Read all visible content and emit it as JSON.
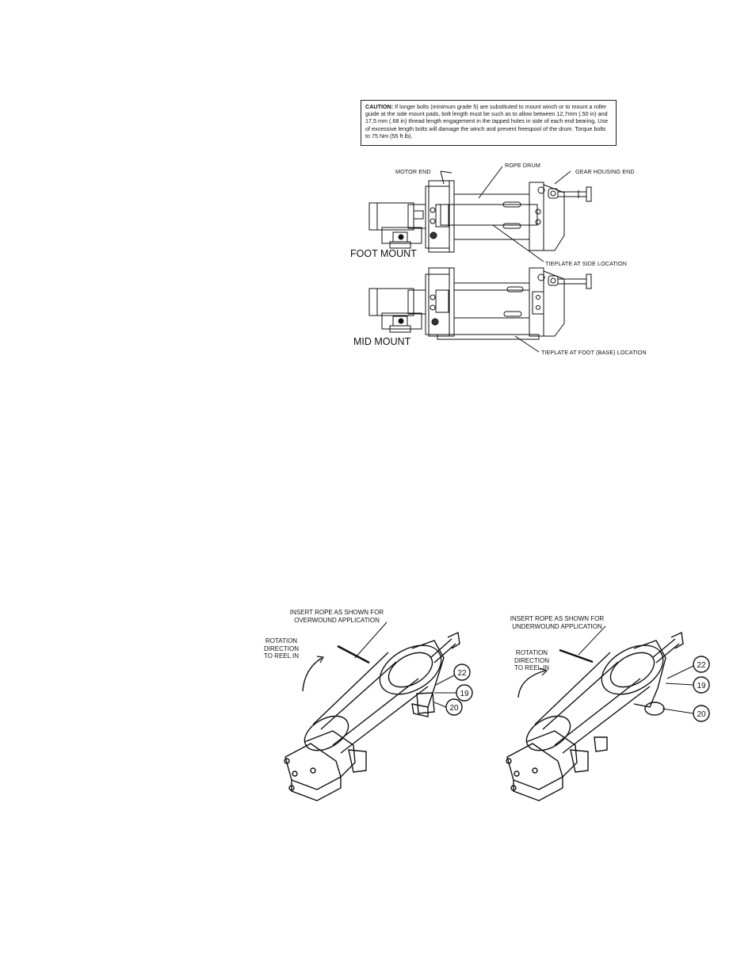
{
  "top_diagram": {
    "caution": {
      "prefix": "CAUTION:",
      "text": " If longer bolts (minimum grade 5) are substituted to mount winch or to mount a roller guide at the side mount pads, bolt length must be such as to allow between 12,7mm (.50 in) and 17,5 mm (.68 in) thread length engagement in the tapped holes in side of each end bearing. Use of excessive length bolts will damage the winch and prevent freespool of the drum. Torque bolts to 75 Nm (55 ft lb)."
    },
    "labels": {
      "motor_end": "MOTOR END",
      "rope_drum": "ROPE DRUM",
      "gear_housing_end": "GEAR HOUSING END",
      "foot_mount": "FOOT MOUNT",
      "tieplate_side": "TIEPLATE AT SIDE LOCATION",
      "mid_mount": "MID MOUNT",
      "tieplate_foot": "TIEPLATE AT FOOT (BASE) LOCATION"
    }
  },
  "bottom_diagrams": {
    "left": {
      "insert_line1": "INSERT ROPE AS SHOWN FOR",
      "insert_line2": "OVERWOUND APPLICATION",
      "rotation_line1": "ROTATION",
      "rotation_line2": "DIRECTION",
      "rotation_line3": "TO REEL IN",
      "callouts": [
        "22",
        "19",
        "20"
      ]
    },
    "right": {
      "insert_line1": "INSERT ROPE AS SHOWN FOR",
      "insert_line2": "UNDERWOUND APPLICATION",
      "rotation_line1": "ROTATION",
      "rotation_line2": "DIRECTION",
      "rotation_line3": "TO REEL IN",
      "callouts": [
        "22",
        "19",
        "20"
      ]
    }
  }
}
